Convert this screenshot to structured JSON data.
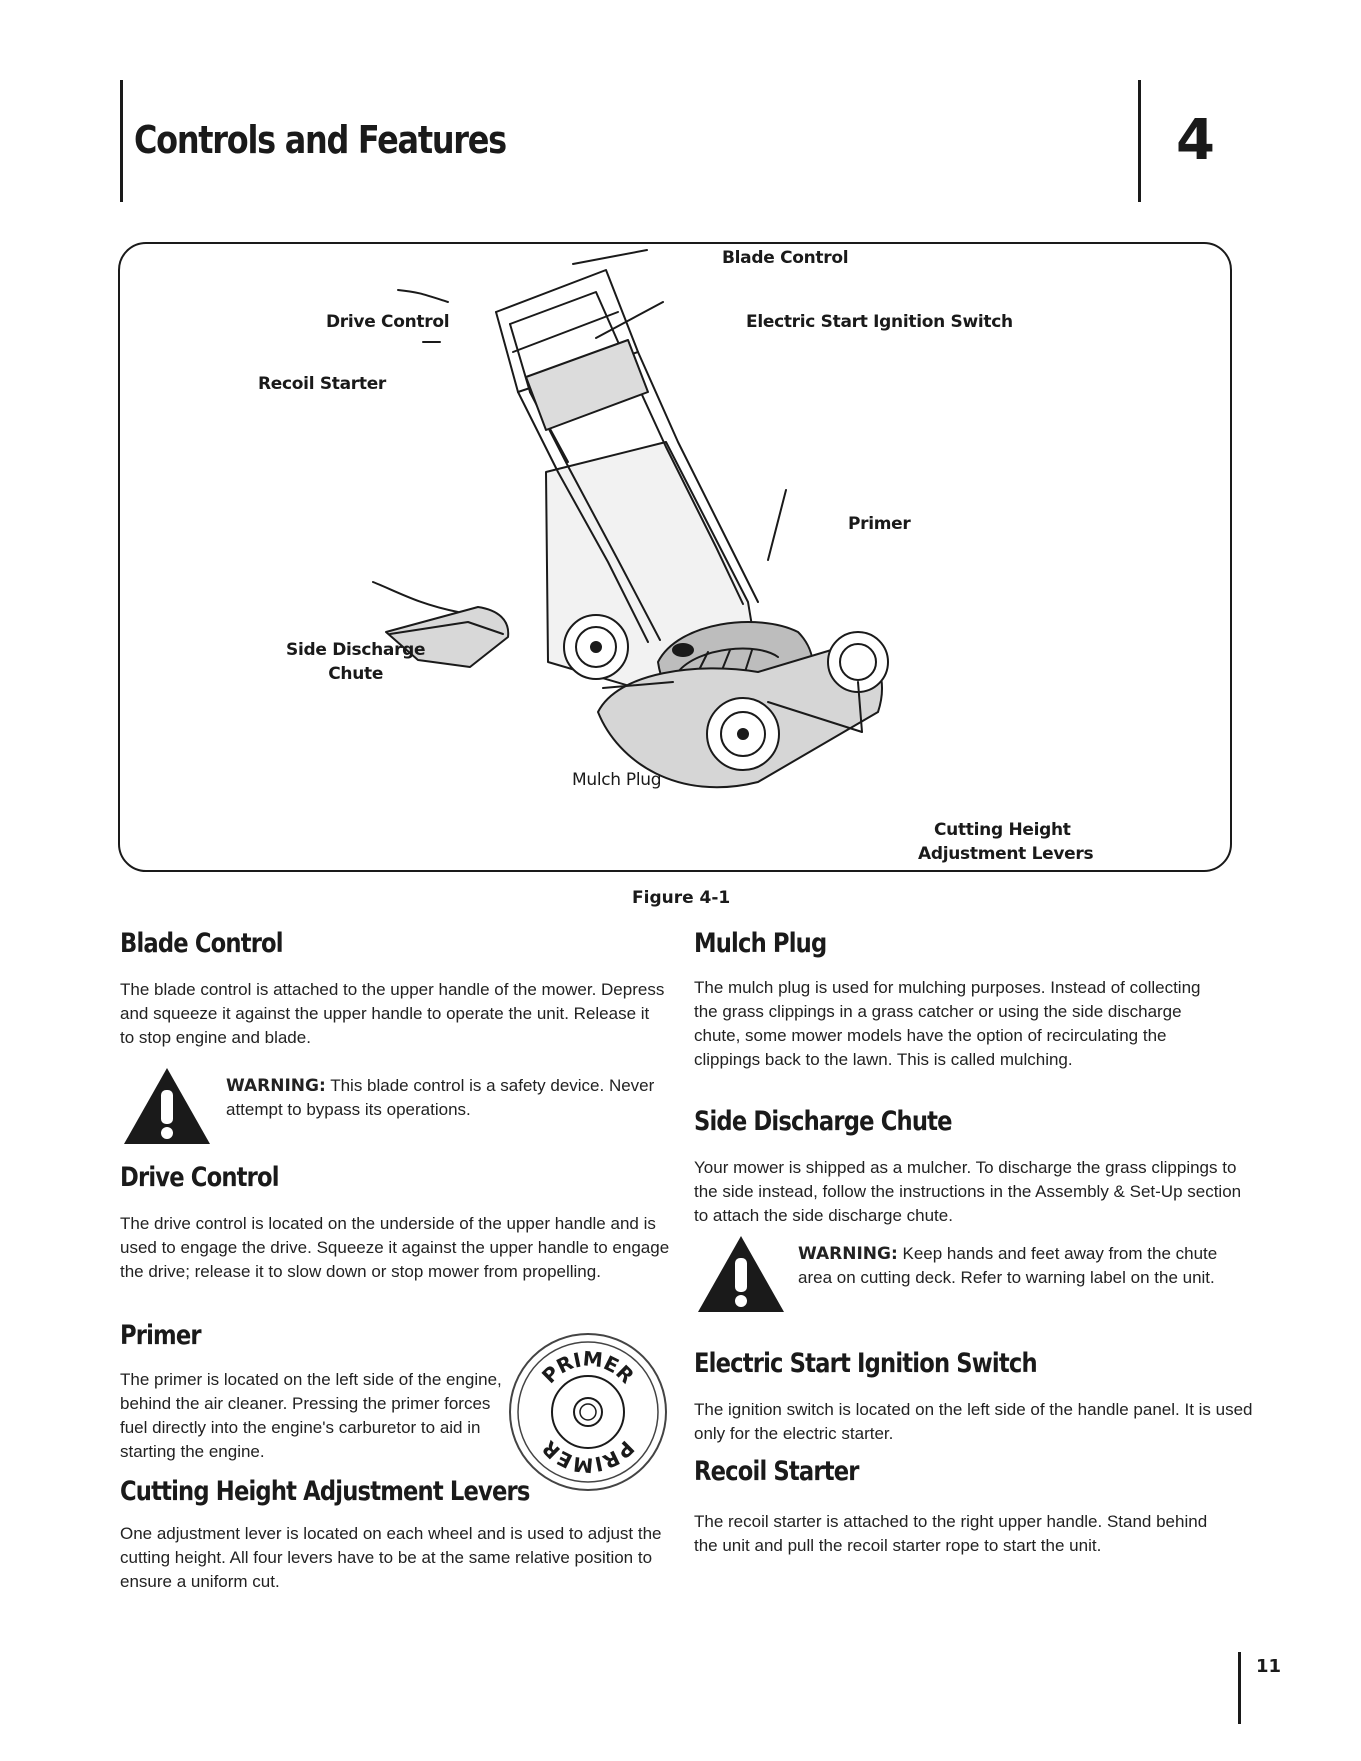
{
  "header": {
    "chapter_title": "Controls and Features",
    "chapter_number": "4"
  },
  "figure": {
    "callouts": {
      "blade_control": "Blade Control",
      "drive_control": "Drive Control",
      "electric_start": "Electric Start Ignition Switch",
      "recoil_starter": "Recoil Starter",
      "primer": "Primer",
      "side_discharge_line1": "Side Discharge",
      "side_discharge_line2": "Chute",
      "mulch_plug": "Mulch Plug",
      "cutting_height_line1": "Cutting Height",
      "cutting_height_line2": "Adjustment Levers"
    },
    "caption": "Figure 4-1"
  },
  "left_column": {
    "blade_control": {
      "heading": "Blade Control",
      "body": "The blade control is attached to the upper handle of the mower. Depress and squeeze it against the upper handle to operate the unit. Release it to stop engine and blade.",
      "warning_label": "WARNING:",
      "warning_text": " This blade control is a safety device. Never attempt to bypass its operations."
    },
    "drive_control": {
      "heading": "Drive Control",
      "body": "The drive control is located on the underside of the upper handle and is used to engage the drive. Squeeze it against the upper handle to engage the drive; release it to slow down or stop mower from propelling."
    },
    "primer": {
      "heading": "Primer",
      "body": "The primer is located on the left side of the engine, behind the air cleaner. Pressing the primer forces fuel directly into the engine's carburetor to aid in starting the engine.",
      "button_label": "PRIMER"
    },
    "cutting_height": {
      "heading": "Cutting Height Adjustment Levers",
      "body": "One adjustment lever is located on each wheel and is used to adjust the cutting height. All four levers have to be at the same relative position to ensure a uniform cut."
    }
  },
  "right_column": {
    "mulch_plug": {
      "heading": "Mulch Plug",
      "body": "The mulch plug is used for mulching purposes. Instead of collecting the grass clippings in a grass catcher or using the side discharge chute, some mower models have the option of recirculating the clippings back to the lawn. This is called mulching."
    },
    "side_discharge": {
      "heading": "Side Discharge Chute",
      "body": "Your mower is shipped as a mulcher. To discharge the grass clippings to the side instead, follow the instructions in the Assembly & Set-Up section to attach the side discharge chute.",
      "warning_label": "WARNING:",
      "warning_text": " Keep hands and feet away from the chute area on cutting deck. Refer to warning label on the unit."
    },
    "electric_start": {
      "heading": "Electric Start Ignition Switch",
      "body": "The ignition switch is located on the left side of the handle panel. It is used only for the electric starter."
    },
    "recoil_starter": {
      "heading": "Recoil Starter",
      "body": "The recoil starter is attached to the right upper handle. Stand behind the unit and pull the recoil starter rope to start the unit."
    }
  },
  "footer": {
    "page_number": "11"
  }
}
